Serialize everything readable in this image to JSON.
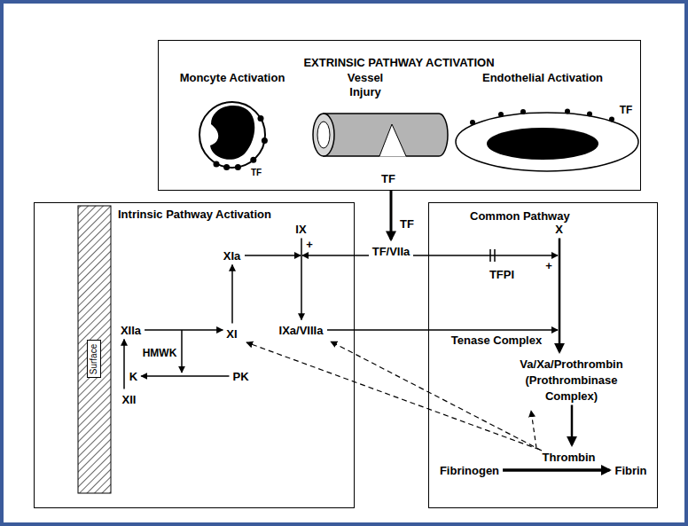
{
  "diagram": {
    "nodes": [
      {
        "text": [
          "EXTRINSIC PATHWAY ACTIVATION"
        ]
      },
      {
        "text": [
          "Intrinsic Pathway Activation"
        ]
      },
      {
        "text": [
          "Surface"
        ],
        "in": 1
      },
      {
        "text": [
          "Common Pathway"
        ]
      },
      {
        "text": [
          "IX"
        ],
        "in": 1
      },
      {
        "text": [
          "XIa"
        ],
        "in": 1
      },
      {
        "text": [
          "XIIa"
        ],
        "in": 1
      },
      {
        "text": [
          "XI"
        ],
        "in": 1
      },
      {
        "text": [
          "IXa/VIIIa"
        ],
        "in": 1
      },
      {
        "text": [
          "K"
        ],
        "in": 1
      },
      {
        "text": [
          "XII"
        ],
        "in": 1
      },
      {
        "text": [
          "PK"
        ],
        "in": 1
      },
      {
        "text": [
          "TF/VIIa"
        ]
      },
      {
        "text": [
          "X"
        ],
        "in": 3
      },
      {
        "text": [
          "Va/Xa/Prothrombin (Prothrombinase Complex)"
        ],
        "in": 3
      },
      {
        "text": [
          "Fibrinogen"
        ],
        "in": 3
      },
      {
        "text": [
          "Thrombin"
        ],
        "in": 3
      },
      {
        "text": [
          "Fibrin"
        ],
        "in": 3
      }
    ],
    "edges": [
      {
        "from": 0,
        "to": 12,
        "arrow": "to",
        "label": "TF"
      },
      {
        "from": 10,
        "to": 6,
        "arrow": "to"
      },
      {
        "from": 6,
        "to": 7,
        "arrow": "to"
      },
      {
        "from": 11,
        "to": 9,
        "arrow": "to"
      },
      {
        "from": 7,
        "to": 5,
        "arrow": "to"
      },
      {
        "from": 4,
        "to": 8,
        "arrow": "to"
      },
      {
        "from": 13,
        "to": 14,
        "arrow": "to"
      },
      {
        "from": 14,
        "to": 16,
        "arrow": "to"
      },
      {
        "from": 15,
        "to": 17,
        "arrow": "to"
      }
    ],
    "labels": [
      "Moncyte Activation",
      "Vessel Injury",
      "Endothelial Activation",
      "TF",
      "TF",
      "TF",
      "HMWK",
      "+",
      "TFPI",
      "+",
      "Tenase Complex"
    ]
  }
}
